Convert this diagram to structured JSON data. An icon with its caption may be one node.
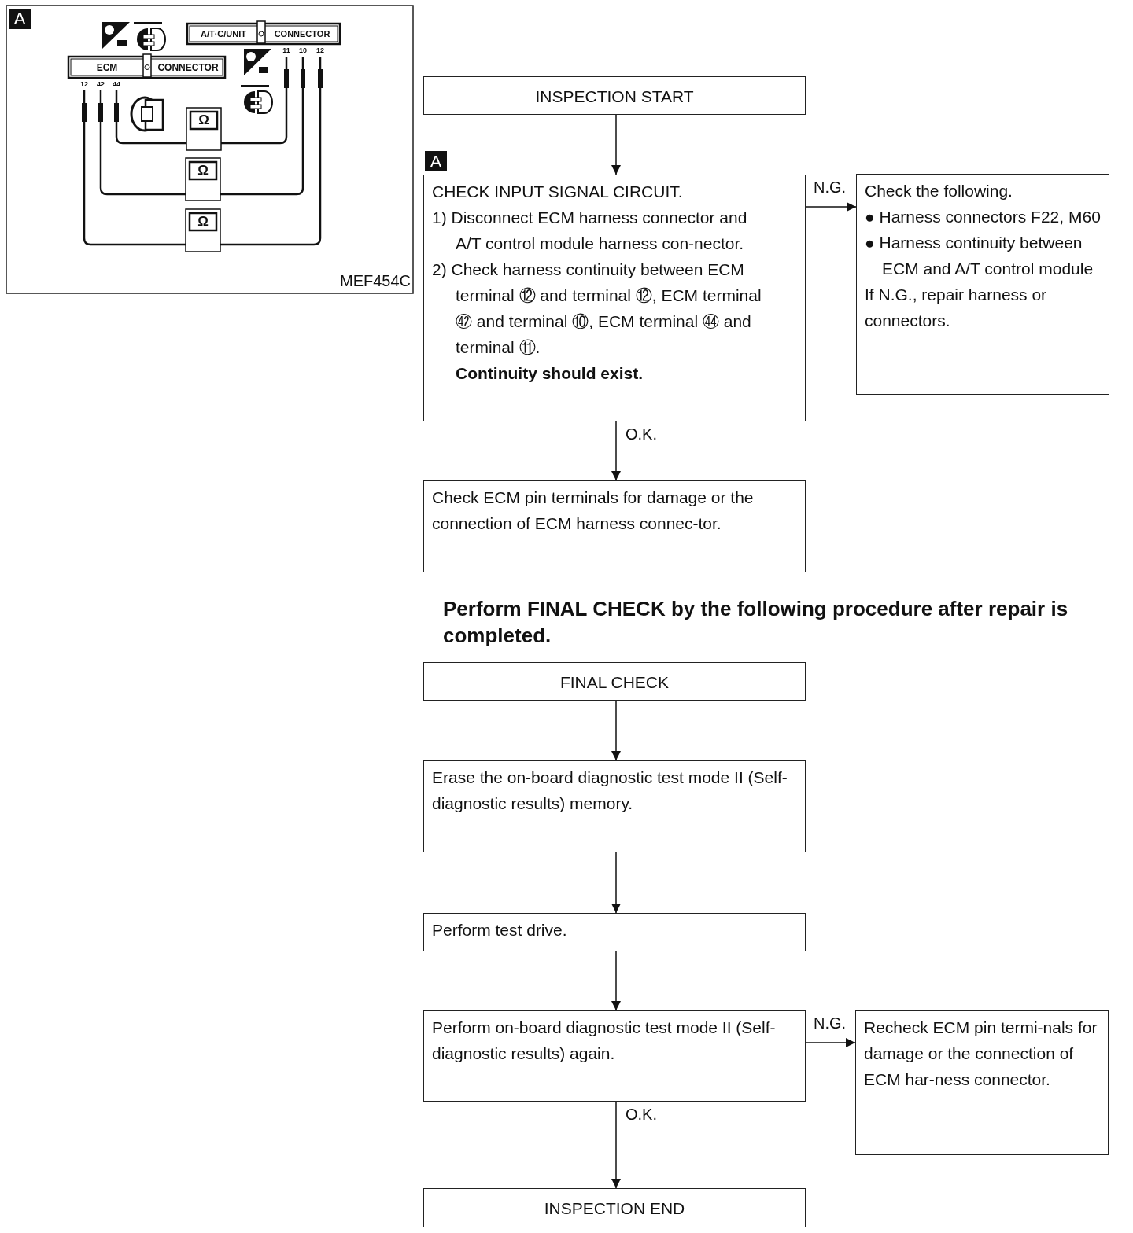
{
  "diagram": {
    "nodes": [
      {
        "text": [
          "INSPECTION START"
        ]
      },
      {
        "text": [
          "CHECK INPUT SIGNAL CIRCUIT.",
          "1) Disconnect ECM harness connector and A/T control module harness con-nector.",
          "2) Check harness continuity between ECM terminal ⑫ and terminal ⑫, ECM terminal ㊷ and terminal ⑩, ECM terminal ㊹ and terminal ⑪.",
          "Continuity should exist."
        ]
      },
      {
        "text": [
          "Check the following.",
          "● Harness connectors F22, M60",
          "● Harness continuity between ECM and A/T control module",
          "If N.G., repair harness or connectors."
        ]
      },
      {
        "text": [
          "Check ECM pin terminals for damage or the connection of ECM harness connec-tor."
        ]
      },
      {
        "text": [
          "FINAL CHECK"
        ]
      },
      {
        "text": [
          "Erase the on-board diagnostic test mode II (Self-diagnostic results) memory."
        ]
      },
      {
        "text": [
          "Perform test drive."
        ]
      },
      {
        "text": [
          "Perform on-board diagnostic test mode II (Self-diagnostic results) again."
        ]
      },
      {
        "text": [
          "Recheck ECM pin termi-nals for damage or the connection of ECM har-ness connector."
        ]
      },
      {
        "text": [
          "INSPECTION END"
        ]
      }
    ],
    "edges": [
      {
        "from": 0,
        "to": 1,
        "arrow": "to"
      },
      {
        "from": 1,
        "to": 2,
        "arrow": "to",
        "label": "N.G."
      },
      {
        "from": 1,
        "to": 3,
        "arrow": "to",
        "label": "O.K."
      },
      {
        "from": 4,
        "to": 5,
        "arrow": "to"
      },
      {
        "from": 5,
        "to": 6,
        "arrow": "to"
      },
      {
        "from": 6,
        "to": 7,
        "arrow": "to"
      },
      {
        "from": 7,
        "to": 8,
        "arrow": "to",
        "label": "N.G."
      },
      {
        "from": 7,
        "to": 9,
        "arrow": "to",
        "label": "O.K."
      }
    ],
    "labels": [
      "A",
      "A/T·C/UNIT",
      "CONNECTOR",
      "11",
      "10",
      "12",
      "ECM",
      "CONNECTOR",
      "12",
      "42",
      "44",
      "Ω",
      "Ω",
      "Ω",
      "MEF454C",
      "A",
      "Perform FINAL CHECK by the following procedure after repair is completed."
    ]
  }
}
